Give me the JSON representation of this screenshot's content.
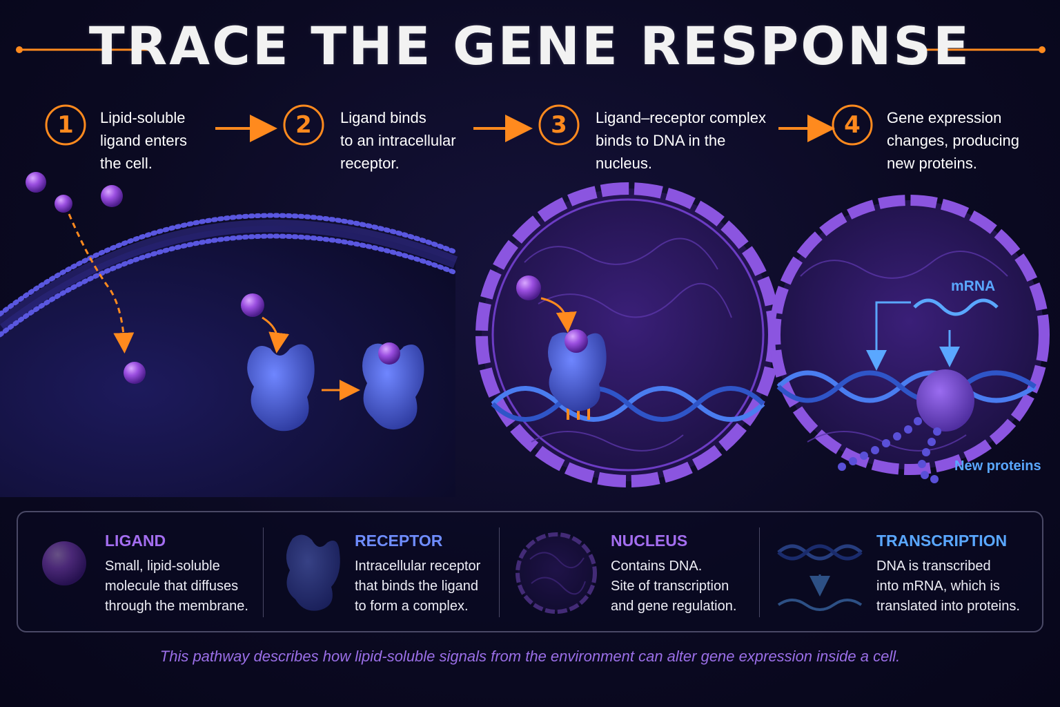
{
  "title": "TRACE THE GENE RESPONSE",
  "colors": {
    "accent": "#ff8a1e",
    "ligand": "#9b4fe0",
    "receptor": "#4a63d6",
    "nucleus": "#8b55e0",
    "transcription": "#5aa7ff"
  },
  "steps": [
    {
      "number": "1",
      "lines": [
        "Lipid-soluble",
        "ligand enters",
        "the cell."
      ]
    },
    {
      "number": "2",
      "lines": [
        "Ligand binds",
        "to an intracellular",
        "receptor."
      ]
    },
    {
      "number": "3",
      "lines": [
        "Ligand–receptor complex",
        "binds to DNA in the",
        "nucleus."
      ]
    },
    {
      "number": "4",
      "lines": [
        "Gene expression",
        "changes, producing",
        "new proteins."
      ]
    }
  ],
  "diagram_labels": {
    "mrna": "mRNA",
    "new_proteins": "New proteins"
  },
  "legend": [
    {
      "title": "LIGAND",
      "icon": "ligand-sphere-icon",
      "lines": [
        "Small, lipid-soluble",
        "molecule that diffuses",
        "through the membrane."
      ]
    },
    {
      "title": "RECEPTOR",
      "icon": "receptor-protein-icon",
      "lines": [
        "Intracellular receptor",
        "that binds the ligand",
        "to form a complex."
      ]
    },
    {
      "title": "NUCLEUS",
      "icon": "nucleus-icon",
      "lines": [
        "Contains DNA.",
        "Site of transcription",
        "and gene regulation."
      ]
    },
    {
      "title": "TRANSCRIPTION",
      "icon": "dna-to-mrna-icon",
      "lines": [
        "DNA is transcribed",
        "into mRNA, which is",
        "translated into proteins."
      ]
    }
  ],
  "footer": "This pathway describes how lipid-soluble signals from the environment can alter gene expression inside a cell."
}
